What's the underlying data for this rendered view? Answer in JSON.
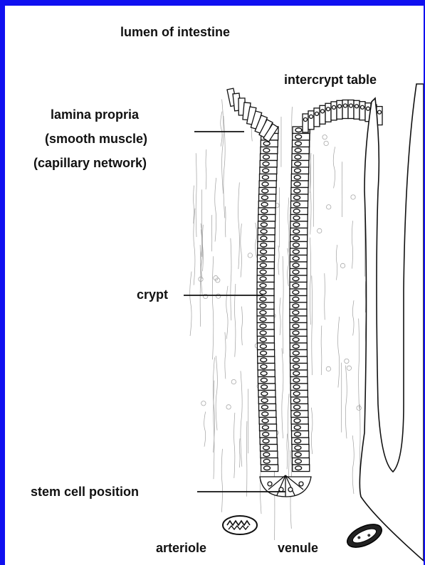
{
  "labels": {
    "lumen": "lumen of intestine",
    "intercrypt_table": "intercrypt table",
    "lamina_propria": [
      "lamina propria",
      "(smooth muscle)",
      "(capillary network)"
    ],
    "crypt": "crypt",
    "stem_cell_position": "stem cell position",
    "arteriole": "arteriole",
    "venule": "venule"
  },
  "colors": {
    "border": "#1010f0",
    "background": "#ffffff",
    "ink": "#111111",
    "fibers": "#9a9a9a"
  }
}
